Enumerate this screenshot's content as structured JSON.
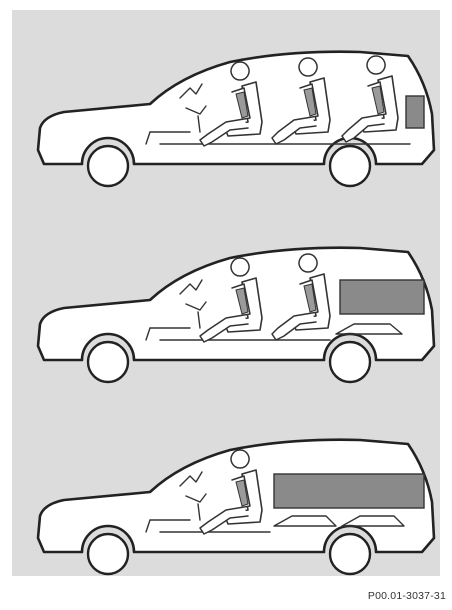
{
  "figure": {
    "code_label": "P00.01-3037-31"
  },
  "colors": {
    "background": "#dcdcdc",
    "car_body": "#ffffff",
    "cargo_area": "#8a8a8a",
    "outline": "#222222"
  },
  "configurations": [
    {
      "rows_of_seats": 3,
      "cargo": "small"
    },
    {
      "rows_of_seats": 2,
      "cargo": "medium"
    },
    {
      "rows_of_seats": 1,
      "cargo": "large"
    }
  ]
}
